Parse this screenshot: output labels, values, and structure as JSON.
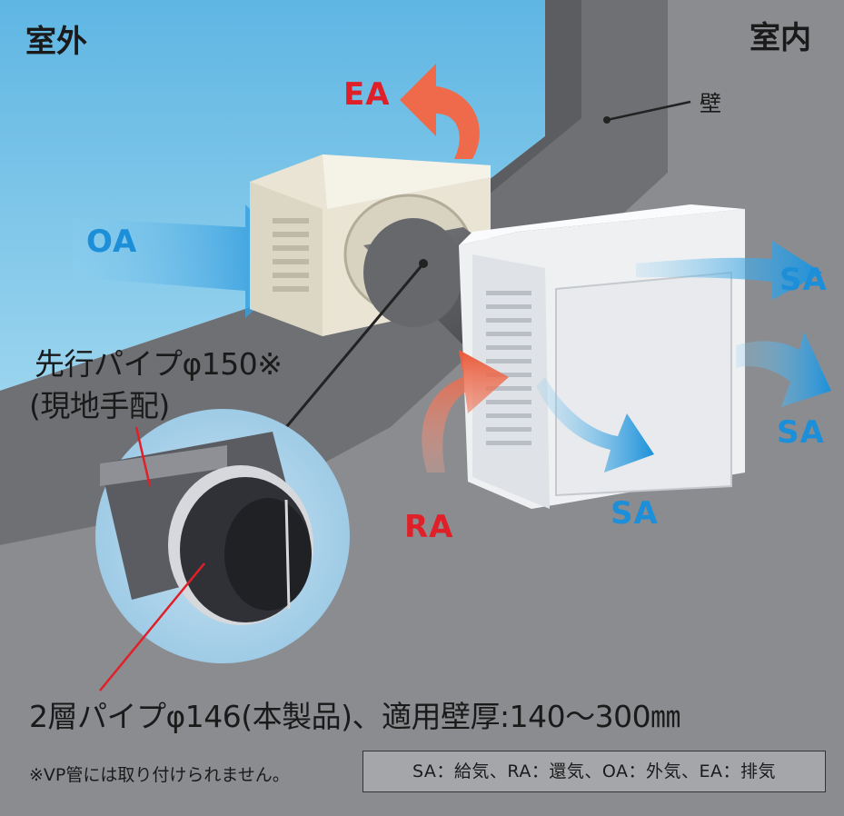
{
  "labels": {
    "outdoor": "室外",
    "indoor": "室内",
    "wall": "壁",
    "ea": "EA",
    "oa": "OA",
    "ra": "RA",
    "sa_top": "SA",
    "sa_right": "SA",
    "sa_bottom": "SA",
    "pre_pipe_line1": "先行パイプφ150※",
    "pre_pipe_line2": "(現地手配)",
    "product_pipe": "2層パイプφ146(本製品)、適用壁厚:140〜300㎜",
    "footnote": "※VP管には取り付けられません。",
    "legend": "SA：給気、RA：還気、OA：外気、EA：排気"
  },
  "colors": {
    "outdoor_sky": "#6fc3e8",
    "wall_gray": "#85868a",
    "supply_blue": "#1c8fd8",
    "exhaust_red": "#e02028",
    "arrow_orange": "#ee6a4a",
    "unit_ivory": "#ece7d8",
    "unit_white": "#f2f3f4"
  }
}
